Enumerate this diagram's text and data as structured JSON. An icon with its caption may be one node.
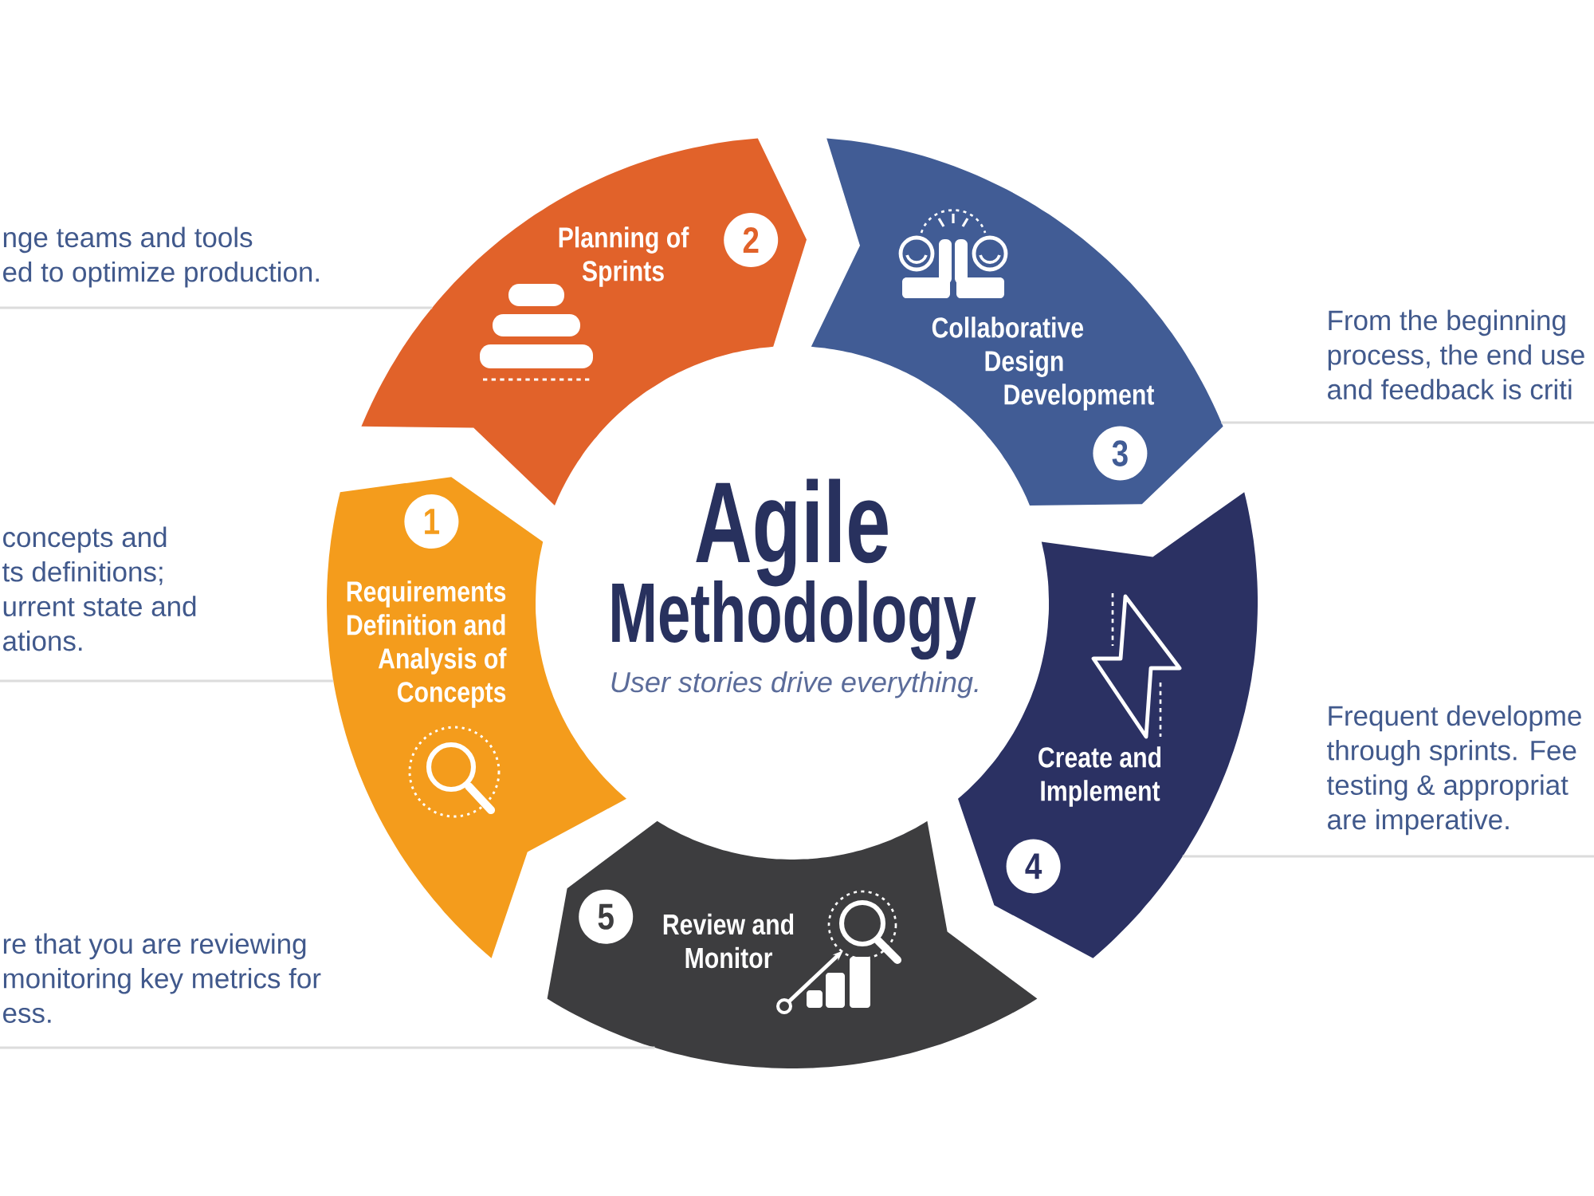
{
  "diagram": {
    "title": "Agile Methodology",
    "nodes": [
      {
        "text": [
          "Requirements Definition and Analysis of Concepts"
        ]
      },
      {
        "text": [
          "1"
        ],
        "in": 0
      },
      {
        "text": [
          "Planning of Sprints"
        ]
      },
      {
        "text": [
          "2"
        ],
        "in": 2
      },
      {
        "text": [
          "Collaborative Design Development"
        ]
      },
      {
        "text": [
          "3"
        ],
        "in": 4
      },
      {
        "text": [
          "Create and Implement"
        ]
      },
      {
        "text": [
          "4"
        ],
        "in": 6
      },
      {
        "text": [
          "Review and Monitor"
        ]
      },
      {
        "text": [
          "5"
        ],
        "in": 8
      },
      {
        "text": [
          "nge teams and tools ed to optimize production."
        ]
      },
      {
        "text": [
          "concepts and ts definitions; urrent state and ations."
        ]
      },
      {
        "text": [
          "re that you are reviewing monitoring key metrics for ess."
        ]
      },
      {
        "text": [
          "From the beginning process, the end use and feedback is criti"
        ]
      },
      {
        "text": [
          "Frequent developme through sprints. Fee testing & appropriat are imperative."
        ]
      }
    ],
    "edges": [
      {
        "from": 10,
        "to": 2,
        "arrow": "none"
      },
      {
        "from": 11,
        "to": 0,
        "arrow": "none"
      },
      {
        "from": 12,
        "to": 8,
        "arrow": "none"
      },
      {
        "from": 13,
        "to": 4,
        "arrow": "none"
      },
      {
        "from": 14,
        "to": 6,
        "arrow": "none"
      }
    ],
    "labels": [
      "User stories drive everything."
    ]
  }
}
